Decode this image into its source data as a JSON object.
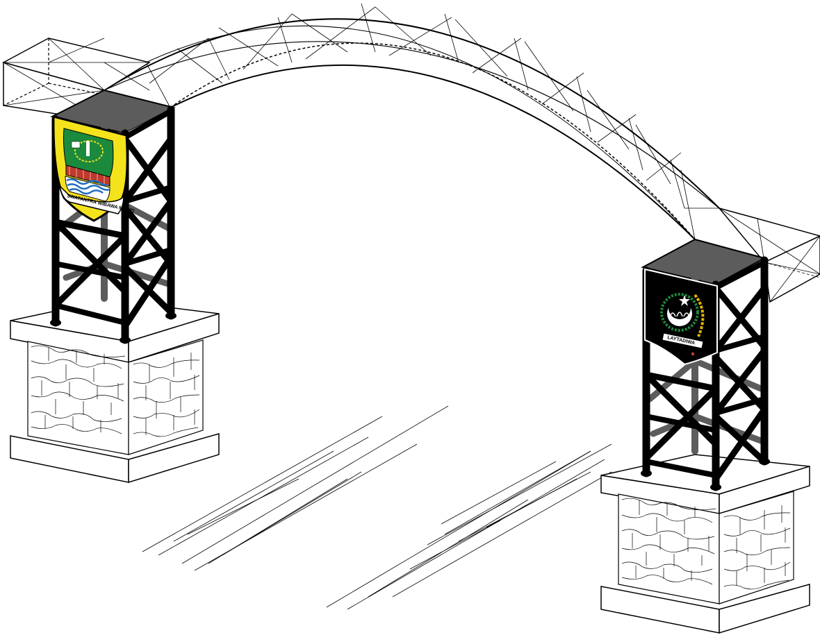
{
  "illustration": {
    "subject": "truss arch gateway on two steel towers with stone pedestals",
    "colors": {
      "ink": "#000000",
      "paper": "#ffffff",
      "tower_shadow": "#5c5c5c",
      "stone_fill": "#ffffff",
      "left_emblem_yellow": "#f4e21c",
      "left_emblem_green": "#1c8a3c",
      "left_emblem_red": "#c0392b",
      "left_emblem_blue": "#1f6fc0",
      "right_emblem_black": "#000000",
      "right_emblem_green": "#1c8a3c",
      "right_emblem_gold": "#e3b400"
    }
  },
  "left_emblem": {
    "ribbon_text": "SWATANTRA WIBAWA MUKTI",
    "icon": "bekasi-coat-of-arms"
  },
  "right_emblem": {
    "ribbon_text": "LAYTADIWA",
    "icon": "crescent-star-mosque-emblem"
  }
}
